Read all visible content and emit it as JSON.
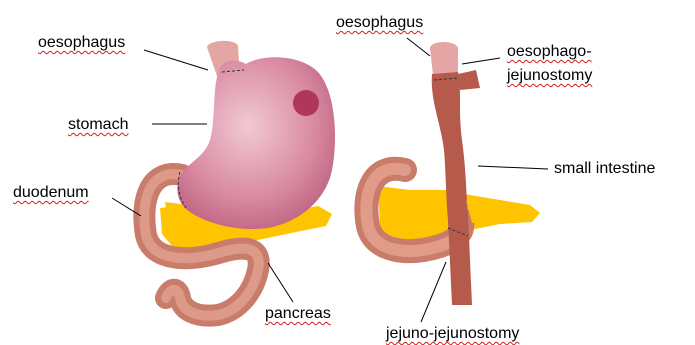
{
  "colors": {
    "stomach": "#c66a86",
    "stomach_highlight": "#f0c8d2",
    "intestine": "#b65a4c",
    "intestine_light": "#e8a594",
    "oesophagus": "#e4a6a4",
    "pancreas": "#ffc400",
    "spot": "#b0365a",
    "wavy_underline": "#d21f1f"
  },
  "left_diagram": {
    "labels": {
      "oesophagus": "oesophagus",
      "stomach": "stomach",
      "duodenum": "duodenum",
      "pancreas": "pancreas"
    }
  },
  "right_diagram": {
    "labels": {
      "oesophagus": "oesophagus",
      "oesophago_line1": "oesophago-",
      "oesophago_line2": "jejunostomy",
      "small_intestine": "small intestine",
      "jejuno": "jejuno-jejunostomy"
    }
  }
}
